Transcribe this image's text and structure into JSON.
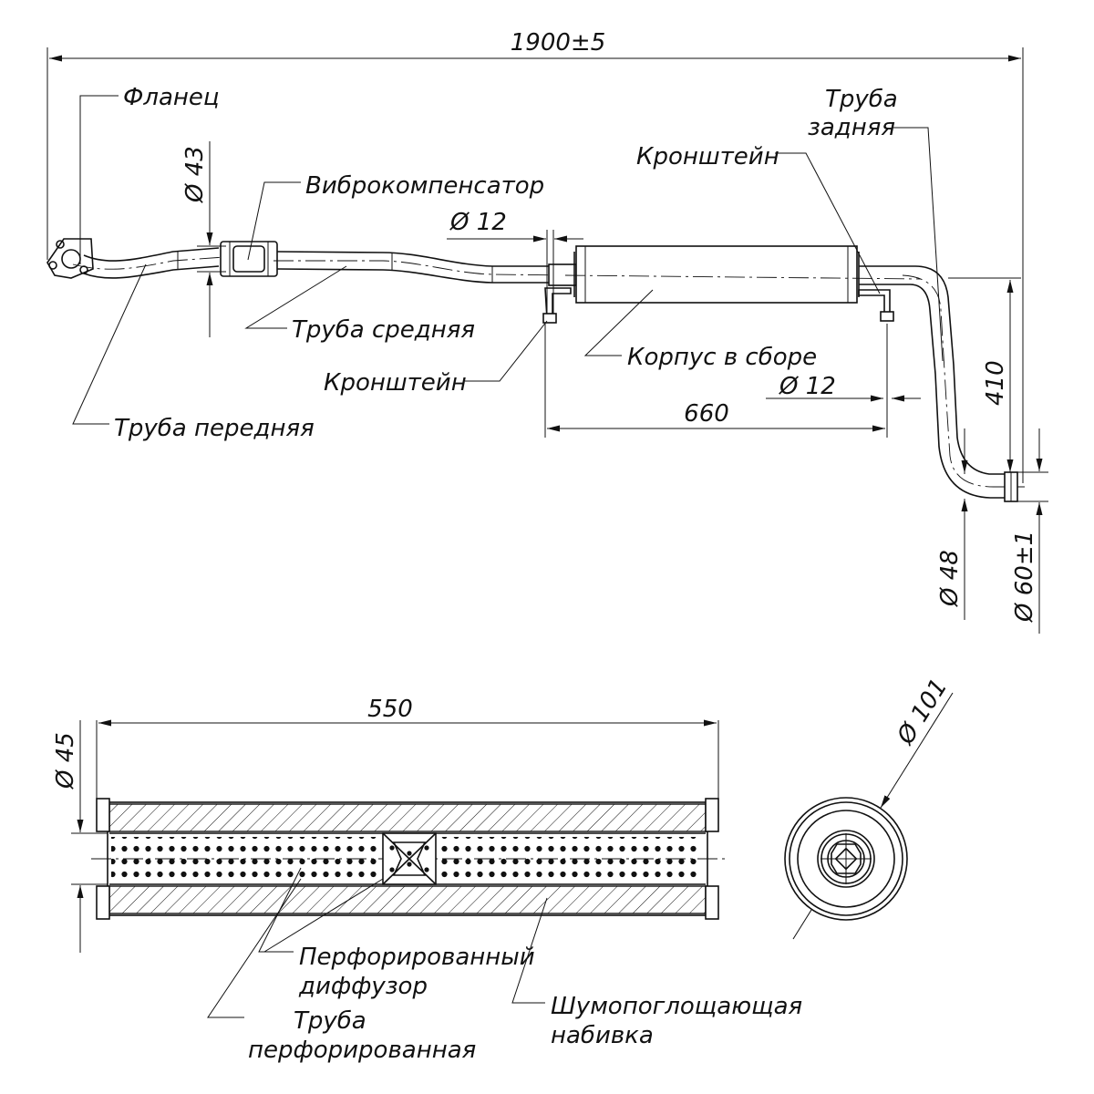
{
  "labels": {
    "flange": "Фланец",
    "vibro": "Виброкомпенсатор",
    "pipe_mid": "Труба средняя",
    "bracket_1": "Кронштейн",
    "pipe_front": "Труба передняя",
    "body_assembly": "Корпус в сборе",
    "bracket_2": "Кронштейн",
    "pipe_rear": [
      "Труба",
      "задняя"
    ],
    "perf_diffuser": [
      "Перфорированный",
      "диффузор"
    ],
    "perf_pipe": [
      "Труба",
      "перфорированная"
    ],
    "sound_packing": [
      "Шумопоглощающая",
      "набивка"
    ]
  },
  "dimensions": {
    "overall_length": "1900±5",
    "d_front": "Ø 43",
    "d_bracket_1": "Ø 12",
    "d_bracket_2": "Ø 12",
    "bracket_span": "660",
    "rear_height": "410",
    "d_outlet_inner": "Ø 48",
    "d_outlet_outer": "Ø 60±1",
    "section_length": "550",
    "section_d": "Ø 45",
    "end_d": "Ø 101"
  }
}
